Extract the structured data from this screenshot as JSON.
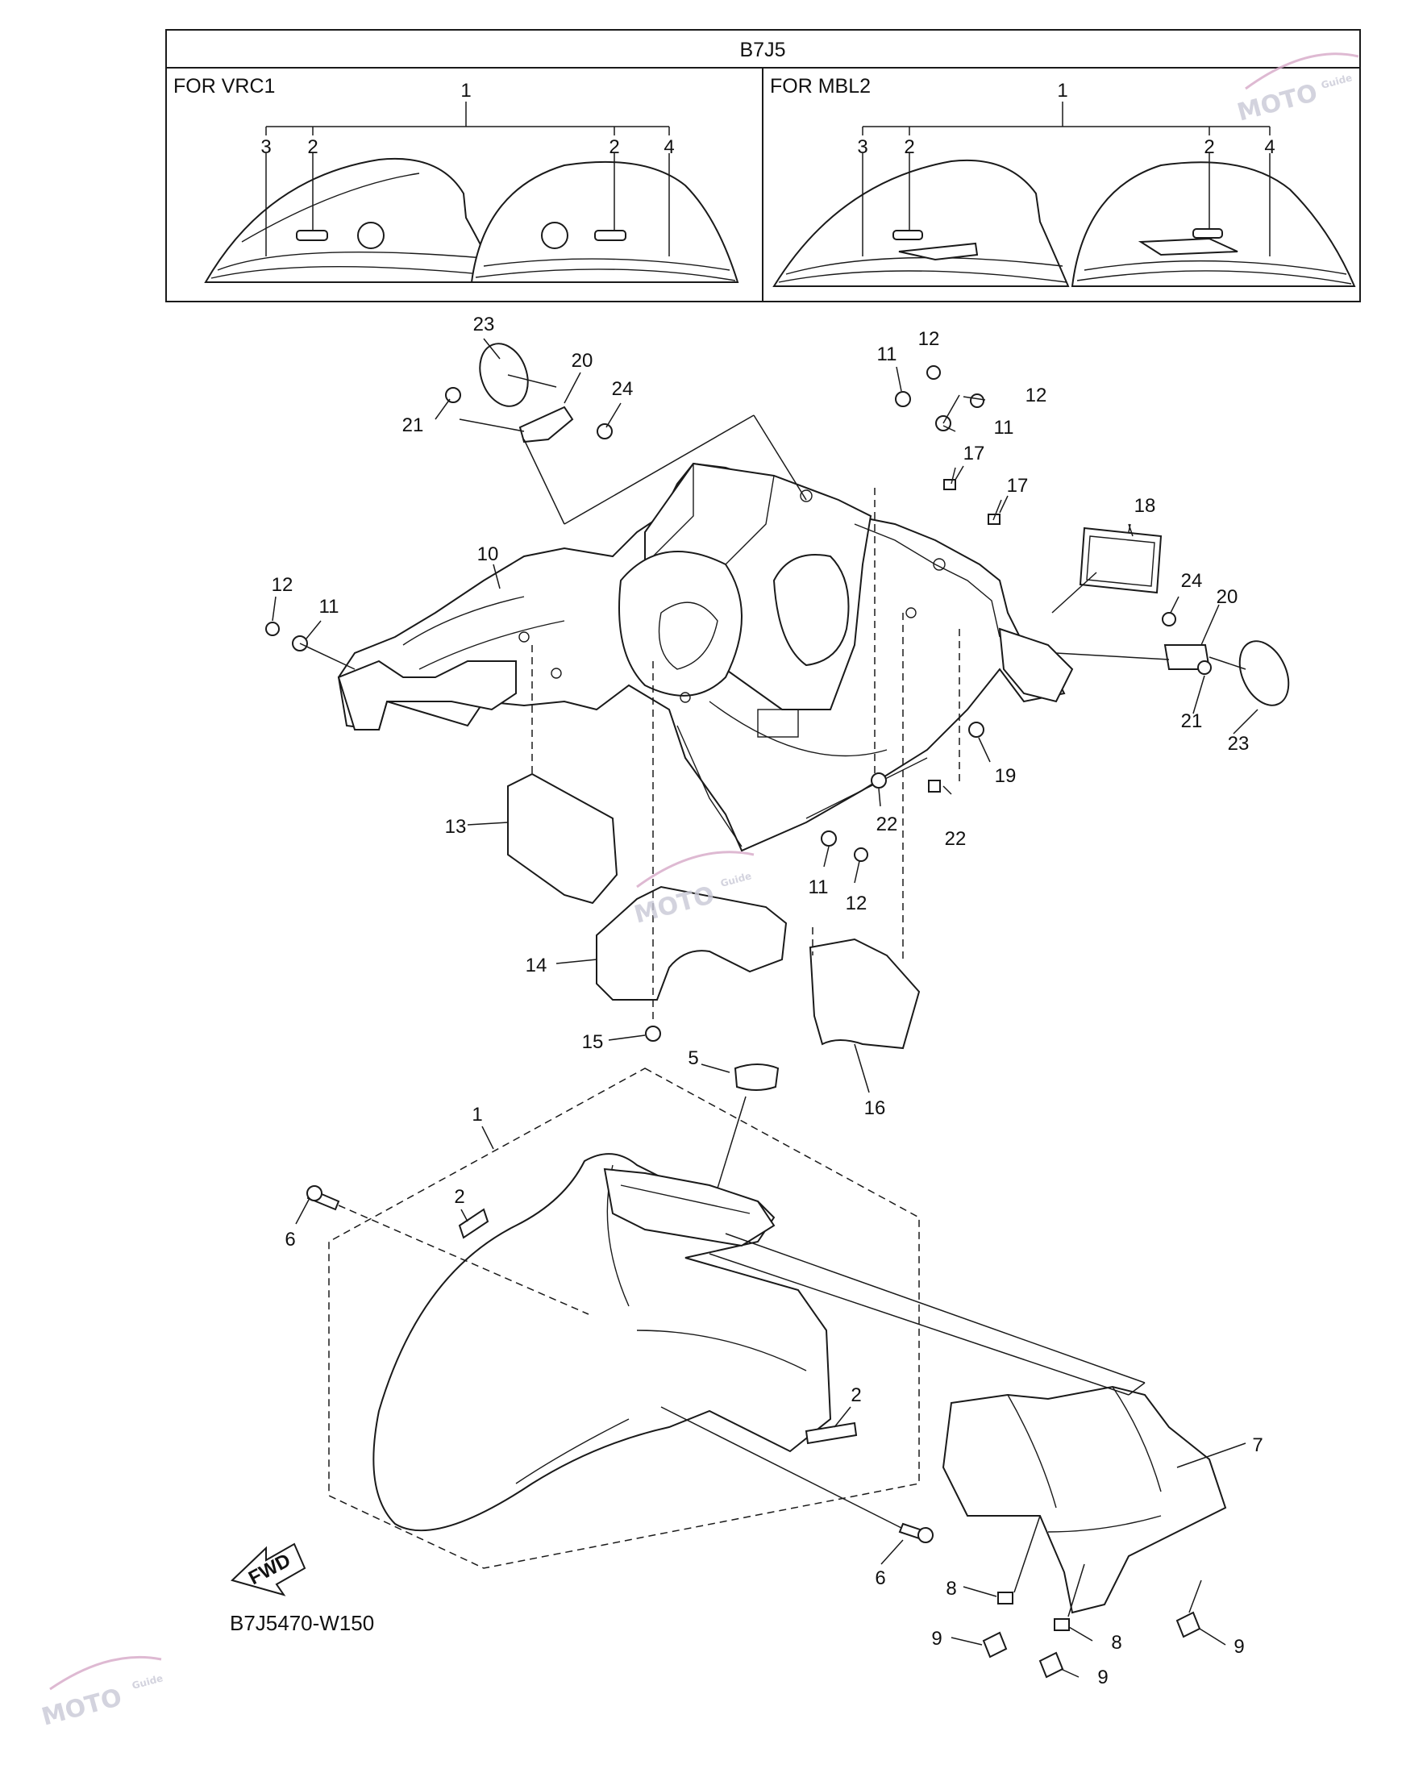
{
  "inset": {
    "title": "B7J5",
    "left_panel": {
      "heading": "FOR VRC1",
      "callouts": [
        "1",
        "3",
        "2",
        "2",
        "4"
      ]
    },
    "right_panel": {
      "heading": "FOR MBL2",
      "callouts": [
        "1",
        "3",
        "2",
        "2",
        "4"
      ]
    }
  },
  "callouts": [
    {
      "id": "c23a",
      "text": "23"
    },
    {
      "id": "c20a",
      "text": "20"
    },
    {
      "id": "c24a",
      "text": "24"
    },
    {
      "id": "c21a",
      "text": "21"
    },
    {
      "id": "c11a",
      "text": "11"
    },
    {
      "id": "c12a",
      "text": "12"
    },
    {
      "id": "c12b",
      "text": "12"
    },
    {
      "id": "c11b",
      "text": "11"
    },
    {
      "id": "c17a",
      "text": "17"
    },
    {
      "id": "c17b",
      "text": "17"
    },
    {
      "id": "c18",
      "text": "18"
    },
    {
      "id": "c24b",
      "text": "24"
    },
    {
      "id": "c20b",
      "text": "20"
    },
    {
      "id": "c21b",
      "text": "21"
    },
    {
      "id": "c23b",
      "text": "23"
    },
    {
      "id": "c19",
      "text": "19"
    },
    {
      "id": "c22a",
      "text": "22"
    },
    {
      "id": "c22b",
      "text": "22"
    },
    {
      "id": "c10",
      "text": "10"
    },
    {
      "id": "c12c",
      "text": "12"
    },
    {
      "id": "c11c",
      "text": "11"
    },
    {
      "id": "c13",
      "text": "13"
    },
    {
      "id": "c11d",
      "text": "11"
    },
    {
      "id": "c12d",
      "text": "12"
    },
    {
      "id": "c14",
      "text": "14"
    },
    {
      "id": "c15",
      "text": "15"
    },
    {
      "id": "c16",
      "text": "16"
    },
    {
      "id": "c5",
      "text": "5"
    },
    {
      "id": "c1",
      "text": "1"
    },
    {
      "id": "c2a",
      "text": "2"
    },
    {
      "id": "c6a",
      "text": "6"
    },
    {
      "id": "c2b",
      "text": "2"
    },
    {
      "id": "c6b",
      "text": "6"
    },
    {
      "id": "c7",
      "text": "7"
    },
    {
      "id": "c8a",
      "text": "8"
    },
    {
      "id": "c8b",
      "text": "8"
    },
    {
      "id": "c9a",
      "text": "9"
    },
    {
      "id": "c9b",
      "text": "9"
    },
    {
      "id": "c9c",
      "text": "9"
    }
  ],
  "fwd_label": "FWD",
  "diagram_code": "B7J5470-W150",
  "watermark": {
    "text": "MOTO",
    "small": "Guide"
  }
}
